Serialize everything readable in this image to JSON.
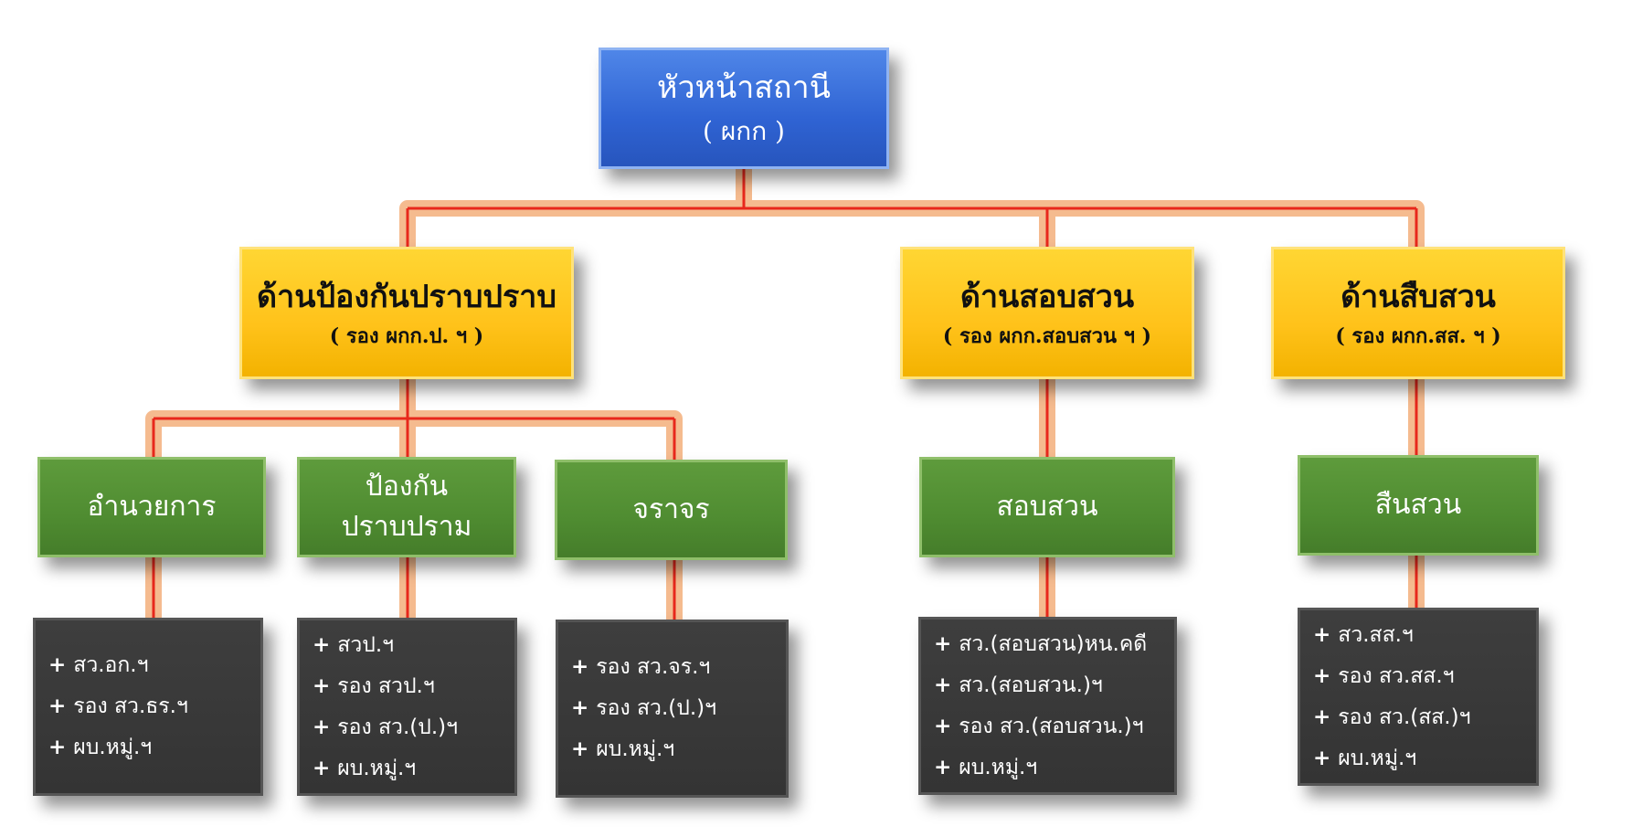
{
  "head": {
    "title": "หัวหน้าสถานี",
    "subtitle": "( ผกก )"
  },
  "divisions": [
    {
      "title": "ด้านป้องกันปราบปราบ",
      "subtitle": "( รอง ผกก.ป. ฯ )",
      "units": [
        {
          "name": [
            "อำนวยการ"
          ],
          "staff": [
            "สว.อก.ฯ",
            "รอง สว.ธร.ฯ",
            "ผบ.หมู่.ฯ"
          ]
        },
        {
          "name": [
            "ป้องกัน",
            "ปราบปราม"
          ],
          "staff": [
            "สวป.ฯ",
            "รอง สวป.ฯ",
            "รอง สว.(ป.)ฯ",
            "ผบ.หมู่.ฯ"
          ]
        },
        {
          "name": [
            "จราจร"
          ],
          "staff": [
            "รอง สว.จร.ฯ",
            "รอง สว.(ป.)ฯ",
            "ผบ.หมู่.ฯ"
          ]
        }
      ]
    },
    {
      "title": "ด้านสอบสวน",
      "subtitle": "( รอง ผกก.สอบสวน ฯ )",
      "units": [
        {
          "name": [
            "สอบสวน"
          ],
          "staff": [
            "สว.(สอบสวน)หน.คดี",
            "สว.(สอบสวน.)ฯ",
            "รอง สว.(สอบสวน.)ฯ",
            "ผบ.หมู่.ฯ"
          ]
        }
      ]
    },
    {
      "title": "ด้านสืบสวน",
      "subtitle": "( รอง ผกก.สส. ฯ )",
      "units": [
        {
          "name": [
            "สืนสวน"
          ],
          "staff": [
            "สว.สส.ฯ",
            "รอง สว.สส.ฯ",
            "รอง สว.(สส.)ฯ",
            "ผบ.หมู่.ฯ"
          ]
        }
      ]
    }
  ],
  "colors": {
    "head": "#2f63d3",
    "division": "#ffc21a",
    "unit": "#4f8c31",
    "staff": "#363636",
    "connector": "#e8281c",
    "connector_glow": "#f2a46a"
  }
}
